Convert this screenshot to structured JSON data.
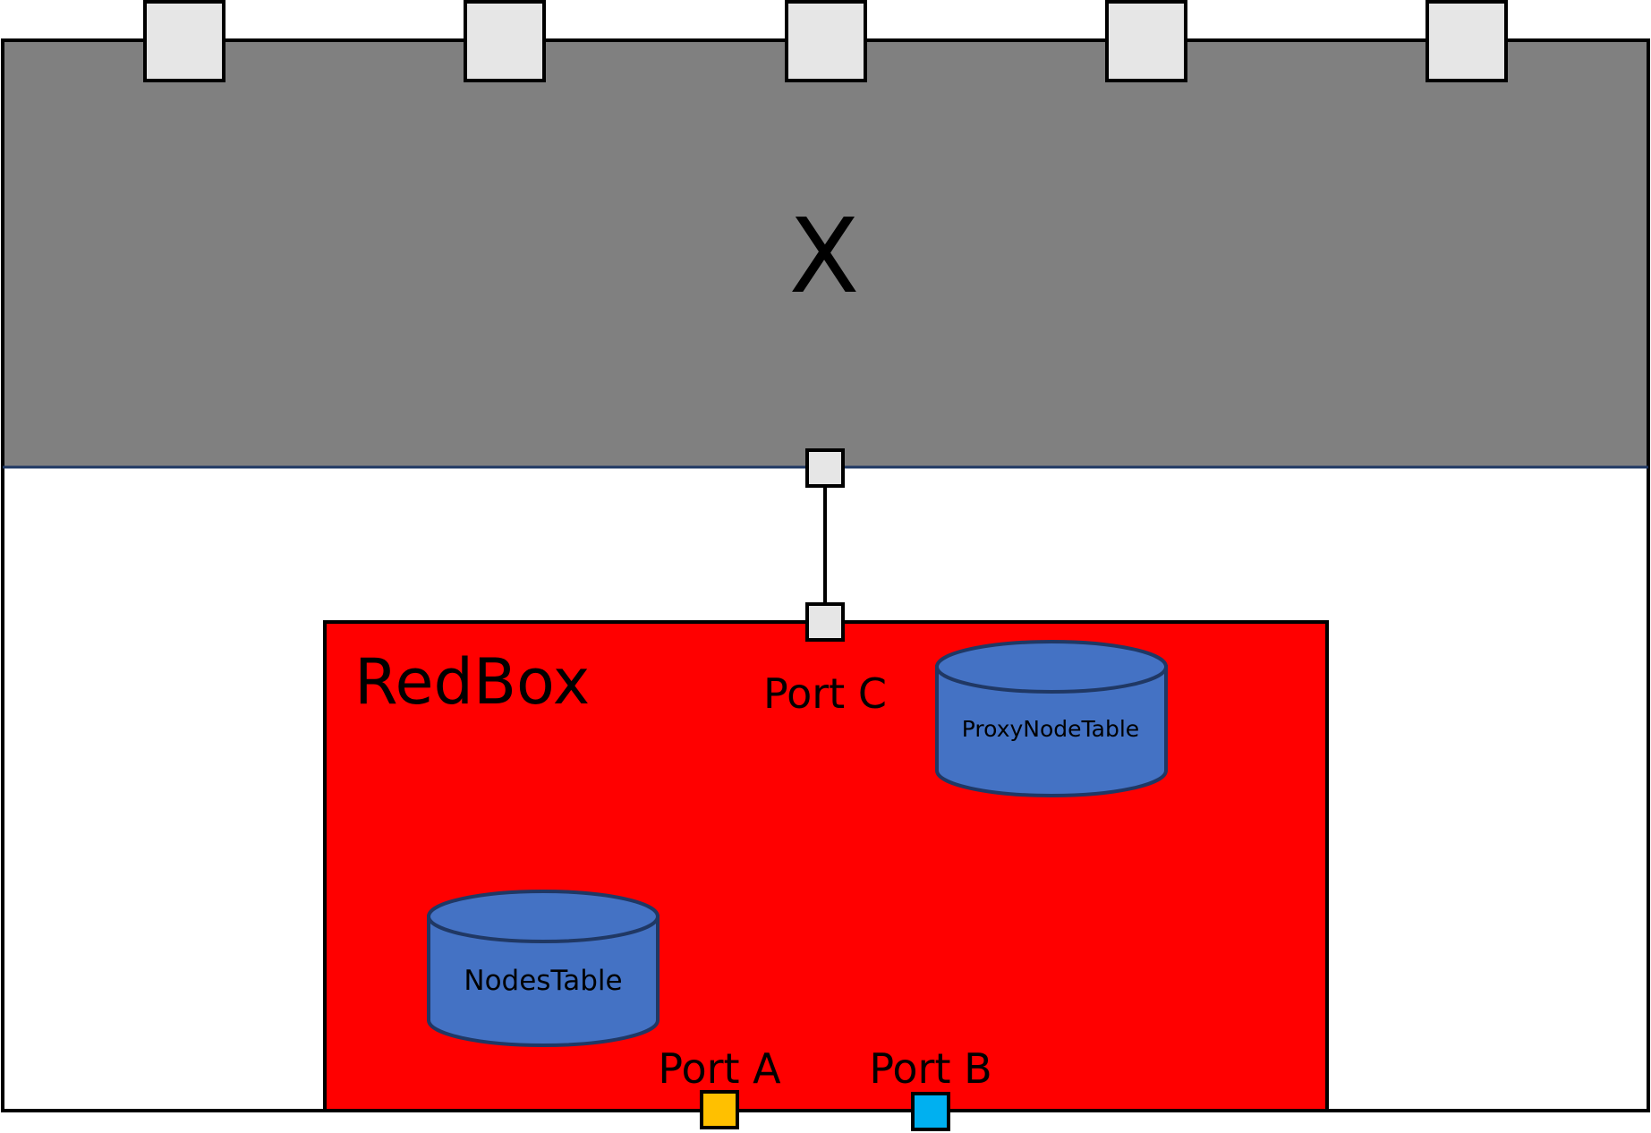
{
  "device_x": {
    "label": "X",
    "fill_color": "#808080"
  },
  "redbox": {
    "label": "RedBox",
    "fill_color": "#ff0000"
  },
  "ports": {
    "port_a": {
      "label": "Port A",
      "color": "#ffc000"
    },
    "port_b": {
      "label": "Port B",
      "color": "#00b0f0"
    },
    "port_c": {
      "label": "Port C",
      "color": "#e6e6e6"
    }
  },
  "tables": {
    "proxy_node_table": {
      "label": "ProxyNodeTable",
      "color": "#4472c4"
    },
    "nodes_table": {
      "label": "NodesTable",
      "color": "#4472c4"
    }
  },
  "colors": {
    "outline": "#000000",
    "table_outline": "#203864",
    "port_fill": "#e6e6e6",
    "divider": "#1f3864",
    "background": "#ffffff"
  }
}
